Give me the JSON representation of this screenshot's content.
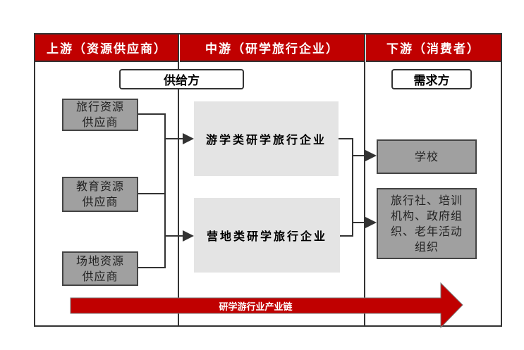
{
  "headers": {
    "upstream": "上游（资源供应商）",
    "midstream": "中游（研学旅行企业）",
    "downstream": "下游（消费者）"
  },
  "tags": {
    "supply": "供给方",
    "demand": "需求方"
  },
  "suppliers": [
    "旅行资源供应商",
    "教育资源供应商",
    "场地资源供应商"
  ],
  "enterprises": [
    "游学类研学旅行企业",
    "营地类研学旅行企业"
  ],
  "consumers": [
    "学校",
    "旅行社、培训机构、政府组织、老年活动组织"
  ],
  "chain_label": "研学游行业产业链",
  "colors": {
    "header_red": "#c00000",
    "box_gray": "#a0a0a0",
    "box_light": "#e4e4e4"
  }
}
